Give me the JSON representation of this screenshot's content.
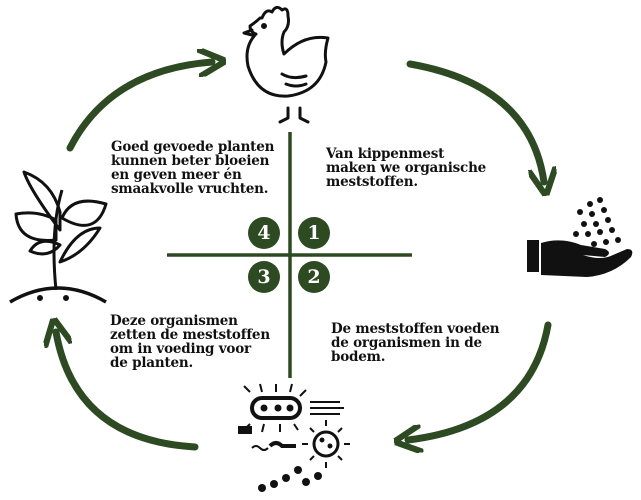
{
  "colors": {
    "accent": "#2e4a22",
    "ink": "#111111"
  },
  "steps": [
    {
      "number": "1",
      "text": "Van kippenmest\nmaken we organische\nmeststoffen.",
      "icon": "chicken-icon"
    },
    {
      "number": "2",
      "text": "De meststoffen voeden\nde organismen in de\nbodem.",
      "icon": "fertilizer-hand-icon"
    },
    {
      "number": "3",
      "text": "Deze organismen\nzetten de meststoffen\nom in voeding voor\nde planten.",
      "icon": "microorganisms-icon"
    },
    {
      "number": "4",
      "text": "Goed gevoede planten\nkunnen beter bloeien\nen geven meer én\nsmaakvolle vruchten.",
      "icon": "plant-icon"
    }
  ]
}
